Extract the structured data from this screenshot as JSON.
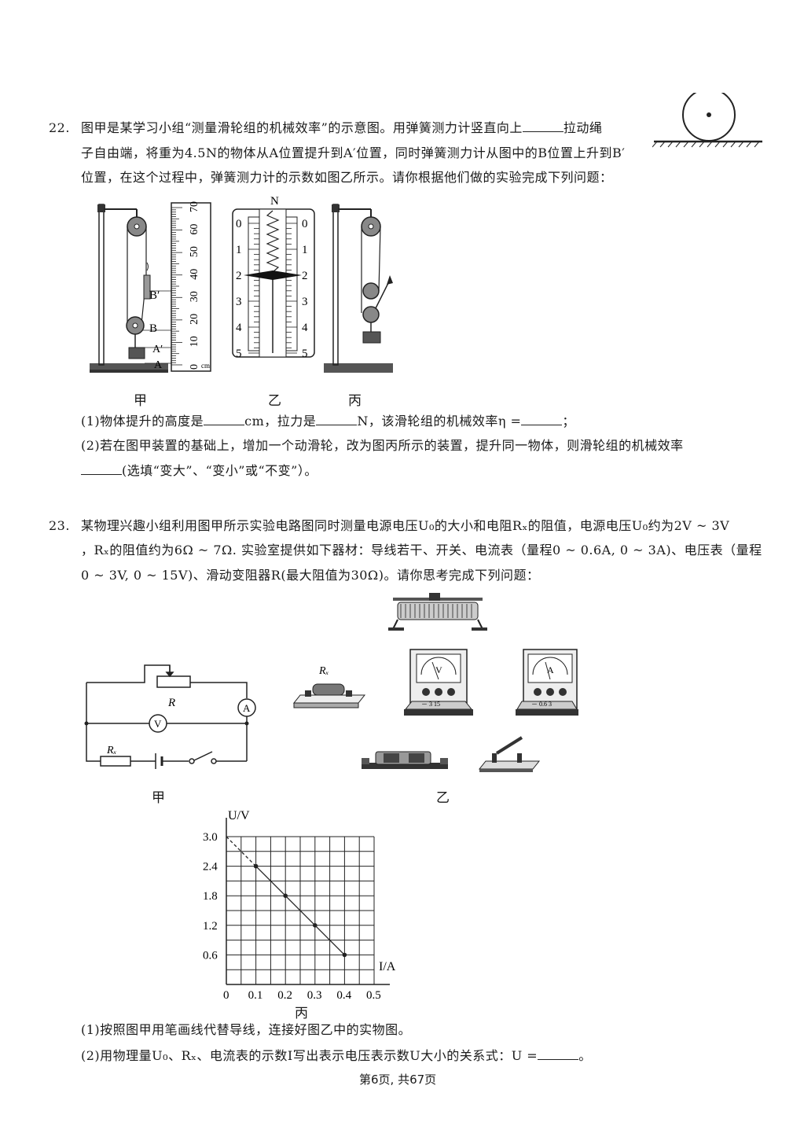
{
  "q22": {
    "num": "22.",
    "line1": "图甲是某学习小组“测量滑轮组的机械效率”的示意图。用弹簧测力计竖直向上",
    "line1_end": "拉动绳",
    "line2": "子自由端，将重为4.5N的物体从A位置提升到A′位置，同时弹簧测力计从图中的B位置上升到B′",
    "line3": "位置，在这个过程中，弹簧测力计的示数如图乙所示。请你根据他们做的实验完成下列问题：",
    "fig_jia": "甲",
    "fig_yi": "乙",
    "fig_bing": "丙",
    "ruler_ticks": [
      "70",
      "60",
      "50",
      "40",
      "30",
      "20",
      "10",
      "0"
    ],
    "ruler_unit": "cm",
    "label_B_prime": "B′",
    "label_B": "B",
    "label_A_prime": "A′",
    "label_A": "A",
    "meter_unit": "N",
    "meter_ticks": [
      "0",
      "1",
      "2",
      "3",
      "4",
      "5"
    ],
    "sub1_a": "(1)物体提升的高度是",
    "sub1_b": "cm，拉力是",
    "sub1_c": "N，该滑轮组的机械效率η =",
    "sub1_d": "；",
    "sub2_a": "(2)若在图甲装置的基础上，增加一个动滑轮，改为图丙所示的装置，提升同一物体，则滑轮组的机械效率",
    "sub2_b": "(选填“变大”、“变小”或“不变”）。"
  },
  "q23": {
    "num": "23.",
    "line1": "某物理兴趣小组利用图甲所示实验电路图同时测量电源电压U₀的大小和电阻Rₓ的阻值，电源电压U₀约为2V ~ 3V",
    "line2": "，Rₓ的阻值约为6Ω ~ 7Ω. 实验室提供如下器材：导线若干、开关、电流表（量程0 ~ 0.6A, 0 ~ 3A)、电压表（量程",
    "line3": "0 ~ 3V, 0 ~ 15V)、滑动变阻器R(最大阻值为30Ω)。请你思考完成下列问题：",
    "circuit_R": "R",
    "circuit_A": "A",
    "circuit_V": "V",
    "circuit_Rx": "Rₓ",
    "app_Rx": "Rₓ",
    "voltmeter_face": "V",
    "ammeter_face": "A",
    "voltmeter_terms": "－ 3 15",
    "ammeter_terms": "－ 0.6 3",
    "fig_jia": "甲",
    "fig_yi": "乙",
    "fig_bing": "丙",
    "sub1": "(1)按照图甲用笔画线代替导线，连接好图乙中的实物图。",
    "sub2": "(2)用物理量U₀、Rₓ、电流表的示数I写出表示电压表示数U大小的关系式：U =",
    "sub2_end": "。"
  },
  "chart_data": {
    "type": "line",
    "title": "",
    "xlabel": "I/A",
    "ylabel": "U/V",
    "xlim": [
      0,
      0.5
    ],
    "ylim": [
      0,
      3.0
    ],
    "xticks": [
      "0",
      "0.1",
      "0.2",
      "0.3",
      "0.4",
      "0.5"
    ],
    "yticks": [
      "3.0",
      "2.4",
      "1.8",
      "1.2",
      "0.6"
    ],
    "grid": true,
    "series": [
      {
        "x": [
          0.1,
          0.2,
          0.3,
          0.4
        ],
        "y": [
          2.4,
          1.8,
          1.2,
          0.6
        ]
      }
    ],
    "dashed_extension": {
      "x": [
        0,
        0.1
      ],
      "y": [
        3.0,
        2.4
      ]
    }
  },
  "footer": "第6页, 共67页"
}
